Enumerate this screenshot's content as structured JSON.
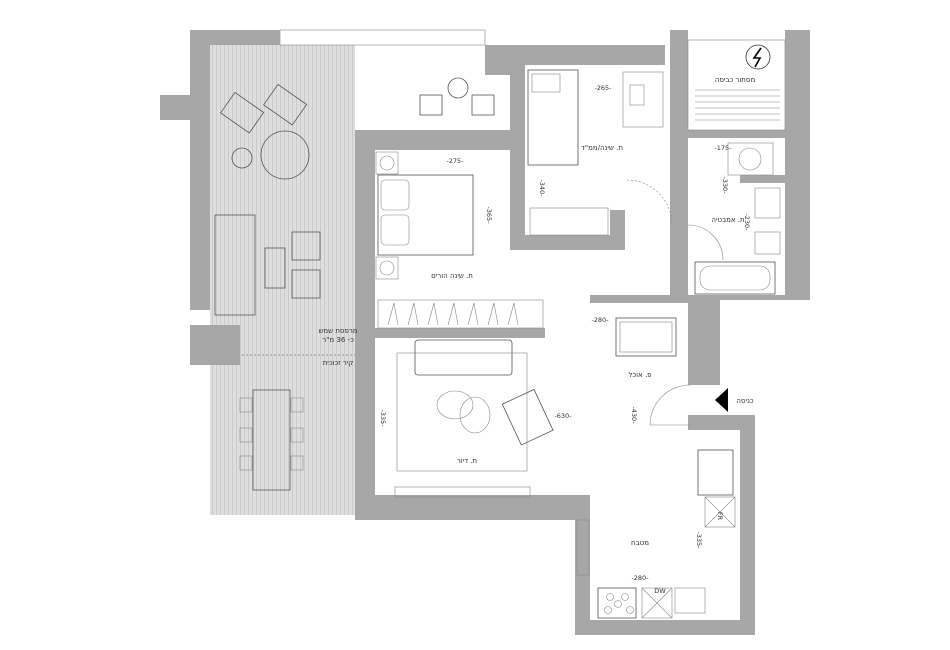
{
  "rooms": {
    "laundry": "מסתור כביסה",
    "kids_room": "ת. שינה/ממ\"ד",
    "master_bedroom": "ת. שינה הורים",
    "bathroom": "ת. אמבטיה",
    "living": "ת. דיור",
    "dining": "פ. אוכל",
    "entrance": "כניסה",
    "kitchen": "מטבח",
    "balcony_line1": "מרפסת שמש",
    "balcony_line2": "כ- 36 מ\"ר",
    "glass_wall": "קיר זכוכית"
  },
  "dimensions": {
    "kids_w": "-265-",
    "kids_h": "-340-",
    "master_w": "-275-",
    "master_h": "-365-",
    "laundry_w": "-175-",
    "bath_h": "-330-",
    "bath_w": "-230-",
    "dining_w": "-280-",
    "living_w": "-630-",
    "living_h": "-335-",
    "entry_h": "-430-",
    "kitchen_h": "-335-",
    "kitchen_w": "-280-"
  },
  "appliances": {
    "dishwasher": "DW",
    "fridge": "FR"
  },
  "colors": {
    "wall": "#a7a7a7",
    "deck": "#dcdcdc",
    "entry_arrow": "#000000"
  },
  "icons": [
    "electric-panel-icon",
    "entrance-arrow-icon"
  ]
}
